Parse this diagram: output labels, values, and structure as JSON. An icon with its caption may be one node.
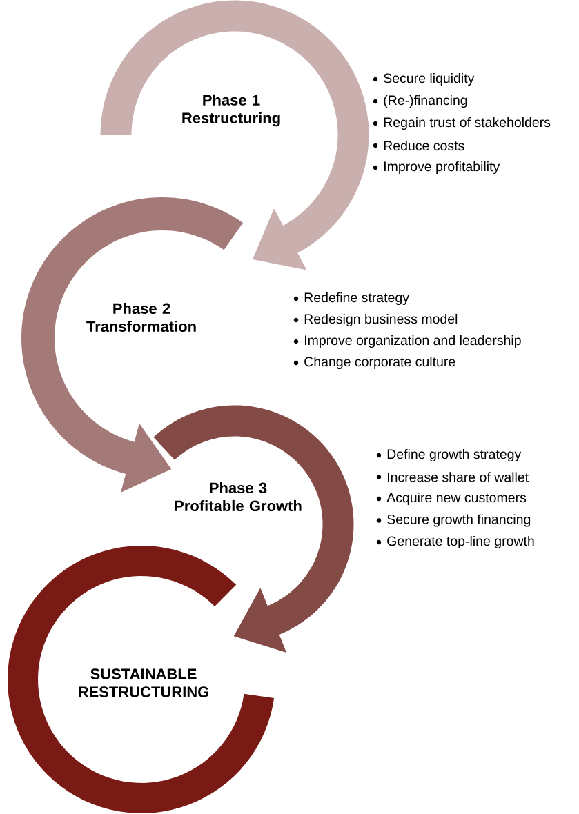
{
  "diagram": {
    "nodes": [
      {
        "text": [
          "Phase 1",
          "Restructuring"
        ],
        "beside": [
          "Secure liquidity",
          "(Re-)financing",
          "Regain trust of stakeholders",
          "Reduce costs",
          "Improve profitability"
        ]
      },
      {
        "text": [
          "Phase 2",
          "Transformation"
        ],
        "beside": [
          "Redefine strategy",
          "Redesign business model",
          "Improve organization and leadership",
          "Change corporate culture"
        ]
      },
      {
        "text": [
          "Phase 3",
          "Profitable Growth"
        ],
        "beside": [
          "Define growth strategy",
          "Increase share of wallet",
          "Acquire new customers",
          "Secure growth financing",
          "Generate top-line growth"
        ]
      },
      {
        "text": [
          "SUSTAINABLE RESTRUCTURING"
        ]
      }
    ],
    "edges": [
      {
        "from": 0,
        "to": 1,
        "arrow": "to"
      },
      {
        "from": 1,
        "to": 2,
        "arrow": "to"
      },
      {
        "from": 2,
        "to": 3,
        "arrow": "to"
      }
    ]
  }
}
